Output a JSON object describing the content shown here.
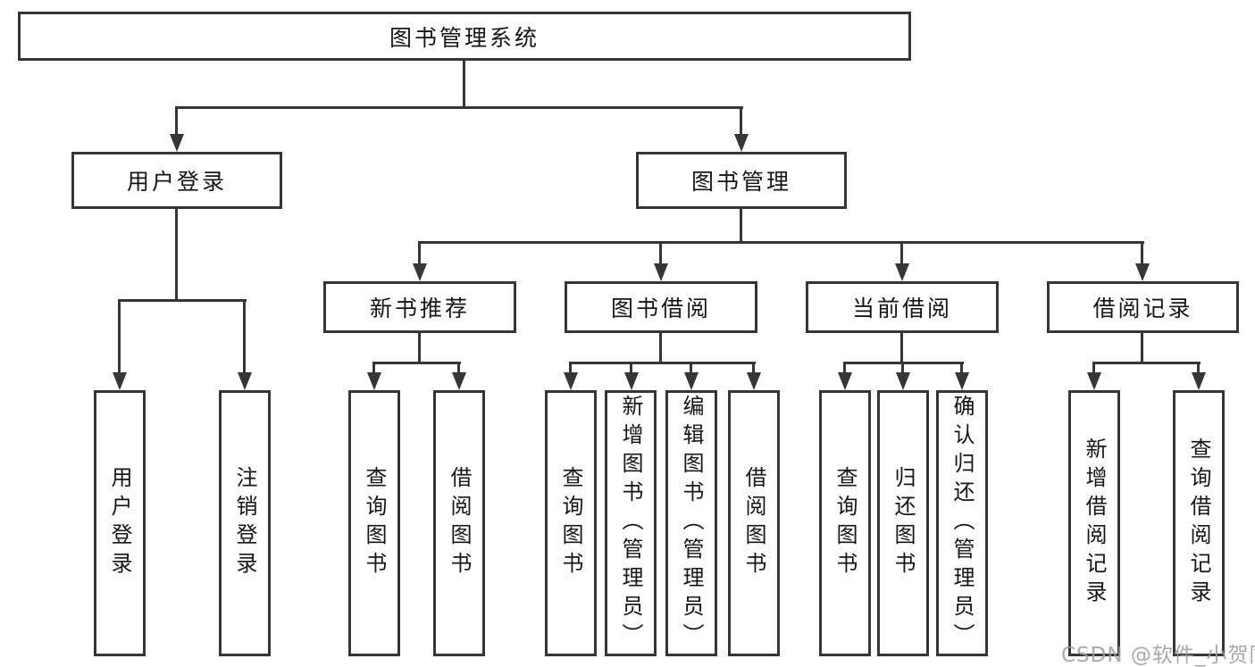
{
  "root": {
    "label": "图书管理系统"
  },
  "level2": [
    {
      "label": "用户登录",
      "children": [
        {
          "label": "用户登录"
        },
        {
          "label": "注销登录"
        }
      ]
    },
    {
      "label": "图书管理",
      "children": [
        {
          "label": "新书推荐",
          "children": [
            {
              "label": "查询图书"
            },
            {
              "label": "借阅图书"
            }
          ]
        },
        {
          "label": "图书借阅",
          "children": [
            {
              "label": "查询图书"
            },
            {
              "label": "新增图书（管理员）"
            },
            {
              "label": "编辑图书（管理员）"
            },
            {
              "label": "借阅图书"
            }
          ]
        },
        {
          "label": "当前借阅",
          "children": [
            {
              "label": "查询图书"
            },
            {
              "label": "归还图书"
            },
            {
              "label": "确认归还（管理员）"
            }
          ]
        },
        {
          "label": "借阅记录",
          "children": [
            {
              "label": "新增借阅记录"
            },
            {
              "label": "查询借阅记录"
            }
          ]
        }
      ]
    }
  ],
  "watermark": "CSDN @软件_小贺同学",
  "colors": {
    "line": "#363636",
    "text": "#161616",
    "watermark": "#9b9b9b",
    "background": "#ffffff"
  }
}
